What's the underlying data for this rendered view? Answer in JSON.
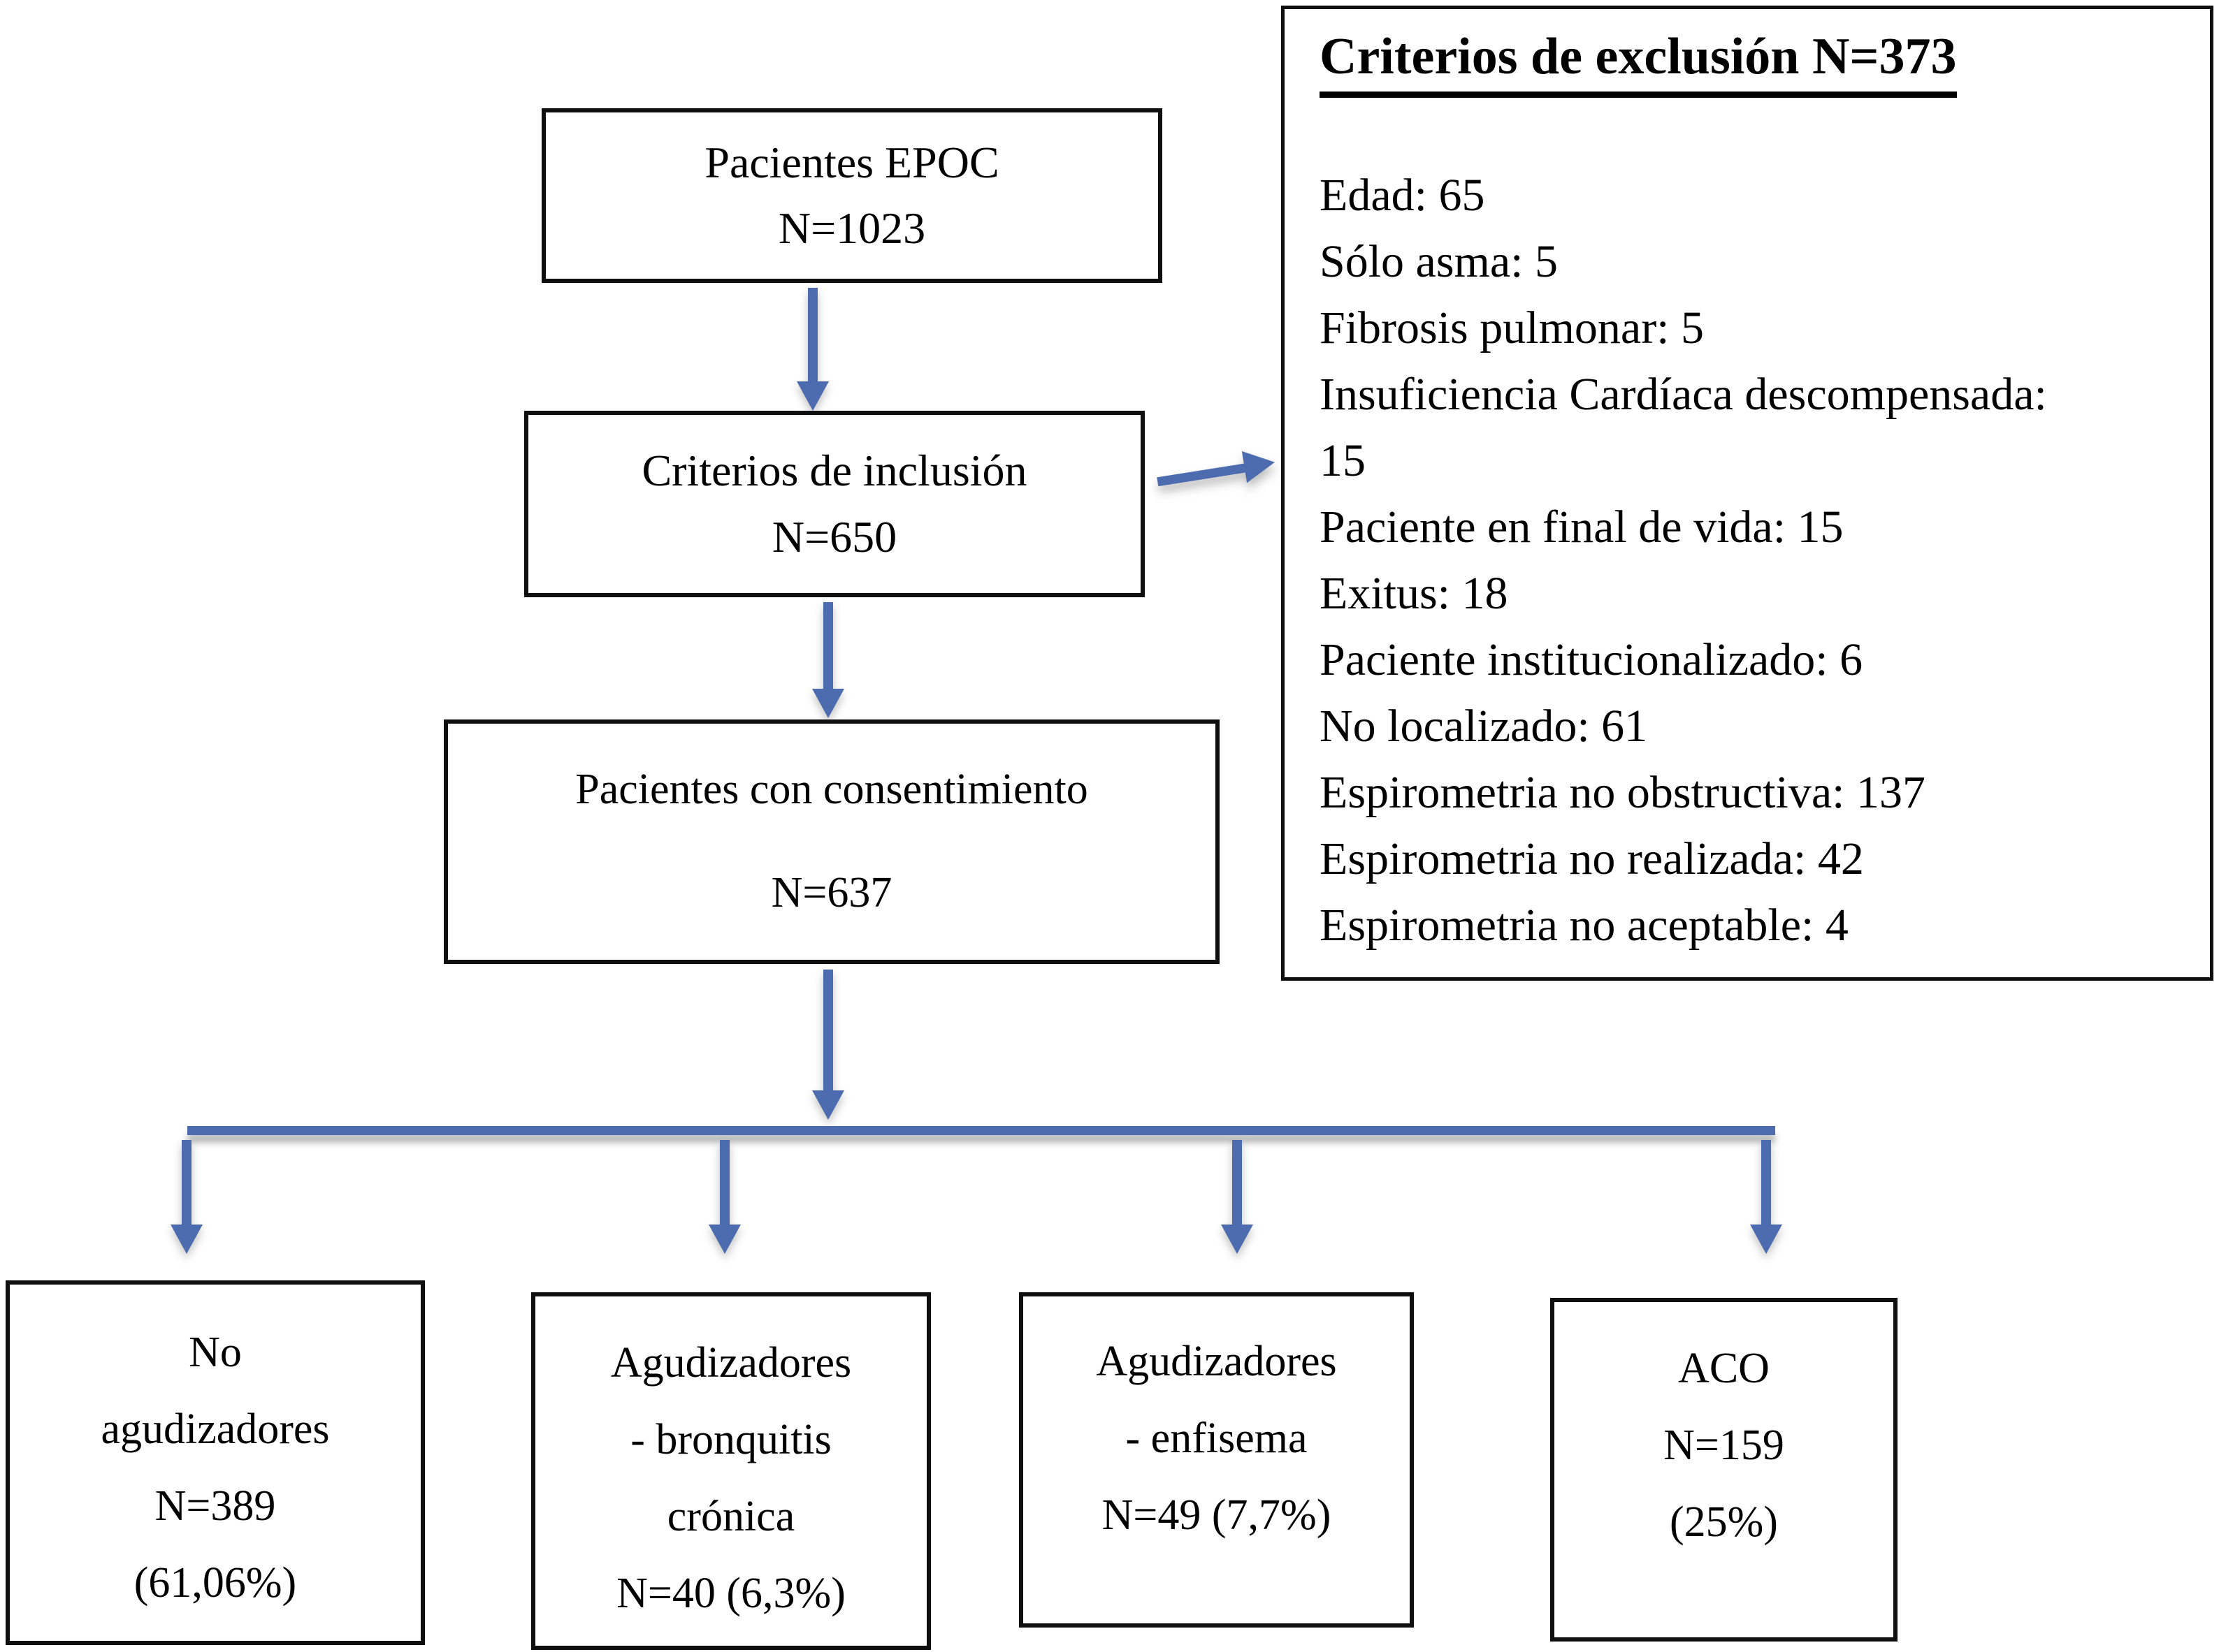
{
  "figure": {
    "colors": {
      "arrow": "#4d6cb0",
      "border": "#0f0f0f",
      "background": "#ffffff"
    },
    "boxes": {
      "epoc": {
        "lines": [
          "Pacientes EPOC",
          "N=1023"
        ]
      },
      "inclusion": {
        "lines": [
          "Criterios de inclusión",
          "N=650"
        ]
      },
      "exclusion": {
        "title": "Criterios de exclusión N=373",
        "items": [
          "Edad: 65",
          "Sólo asma: 5",
          "Fibrosis pulmonar: 5",
          "Insuficiencia Cardíaca descompensada: 15",
          "Paciente en final de vida: 15",
          "Exitus: 18",
          "Paciente institucionalizado: 6",
          "No localizado: 61",
          "Espirometria no obstructiva: 137",
          "Espirometria no realizada: 42",
          "Espirometria no aceptable: 4"
        ]
      },
      "consent": {
        "lines": [
          "Pacientes con consentimiento",
          "N=637"
        ]
      },
      "outcome_no_agudizadores": {
        "lines": [
          "No",
          "agudizadores",
          "N=389",
          "(61,06%)"
        ]
      },
      "outcome_bronquitis": {
        "lines": [
          "Agudizadores",
          "- bronquitis",
          "crónica",
          "N=40 (6,3%)"
        ]
      },
      "outcome_enfisema": {
        "lines": [
          "Agudizadores",
          "- enfisema",
          "N=49 (7,7%)"
        ]
      },
      "outcome_aco": {
        "lines": [
          "ACO",
          "N=159",
          "(25%)"
        ]
      }
    }
  }
}
